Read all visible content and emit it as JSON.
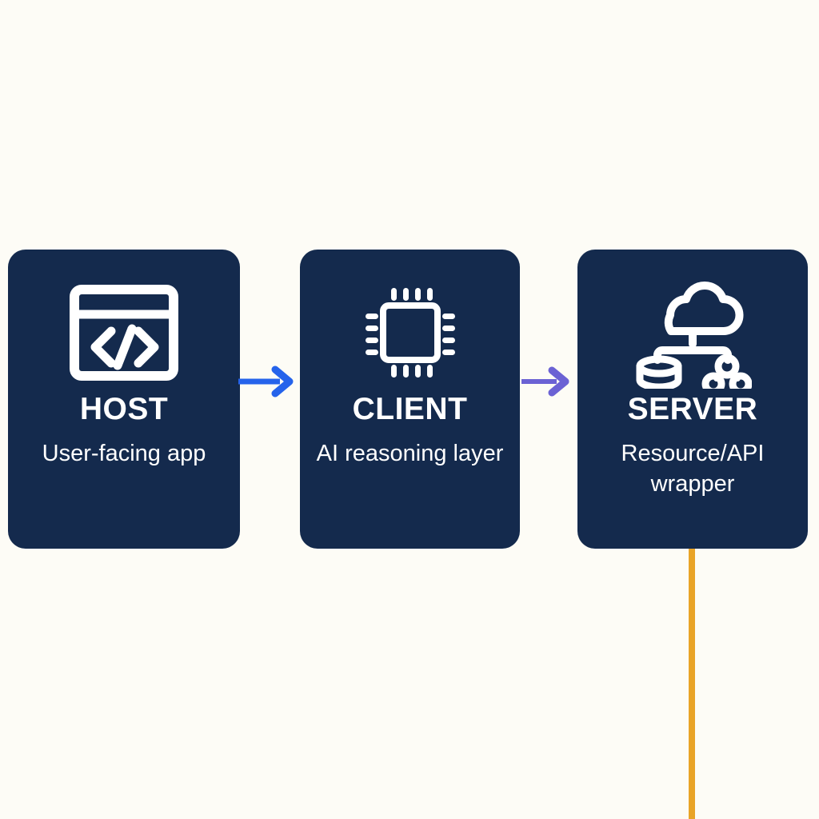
{
  "diagram": {
    "background_color": "#fdfcf6",
    "card_color": "#142a4d",
    "text_color": "#ffffff",
    "nodes": [
      {
        "id": "host",
        "title": "HOST",
        "subtitle": "User-facing app",
        "icon": "code-window-icon"
      },
      {
        "id": "client",
        "title": "CLIENT",
        "subtitle": "AI reasoning layer",
        "icon": "cpu-chip-icon"
      },
      {
        "id": "server",
        "title": "SERVER",
        "subtitle": "Resource/API wrapper",
        "icon": "cloud-database-network-icon"
      }
    ],
    "connectors": [
      {
        "id": "host-to-client",
        "icon": "arrow-right-icon",
        "color": "#2563eb",
        "from": "host",
        "to": "client"
      },
      {
        "id": "client-to-server",
        "icon": "arrow-right-icon",
        "color": "#6b62d4",
        "from": "client",
        "to": "server"
      },
      {
        "id": "server-downstream",
        "icon": "vertical-line-icon",
        "color": "#e9a427",
        "from": "server",
        "to": ""
      }
    ]
  }
}
